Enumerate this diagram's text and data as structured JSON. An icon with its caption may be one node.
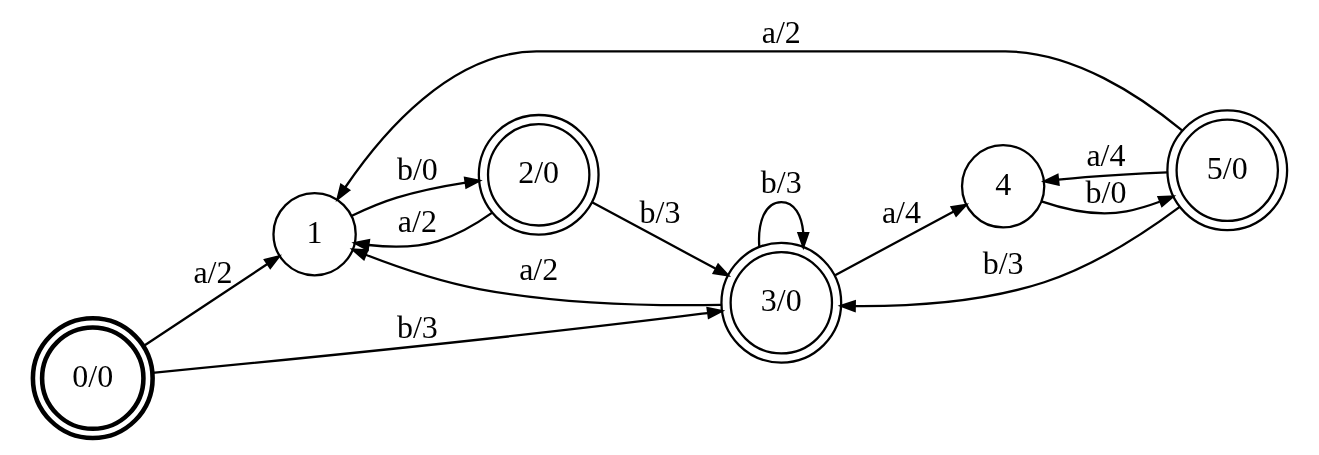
{
  "diagram": {
    "nodes": [
      {
        "text": [
          "0/0"
        ]
      },
      {
        "text": [
          "1"
        ]
      },
      {
        "text": [
          "2/0"
        ]
      },
      {
        "text": [
          "3/0"
        ]
      },
      {
        "text": [
          "4"
        ]
      },
      {
        "text": [
          "5/0"
        ]
      }
    ],
    "edges": [
      {
        "from": 0,
        "to": 1,
        "arrow": "to",
        "label": "a/2"
      },
      {
        "from": 0,
        "to": 3,
        "arrow": "to",
        "label": "b/3"
      },
      {
        "from": 1,
        "to": 2,
        "arrow": "to",
        "label": "b/0"
      },
      {
        "from": 2,
        "to": 1,
        "arrow": "to",
        "label": "a/2"
      },
      {
        "from": 2,
        "to": 3,
        "arrow": "to",
        "label": "b/3"
      },
      {
        "from": 3,
        "to": 1,
        "arrow": "to",
        "label": "a/2"
      },
      {
        "from": 3,
        "to": 3,
        "arrow": "to",
        "label": "b/3"
      },
      {
        "from": 3,
        "to": 4,
        "arrow": "to",
        "label": "a/4"
      },
      {
        "from": 4,
        "to": 5,
        "arrow": "to",
        "label": "b/0"
      },
      {
        "from": 5,
        "to": 1,
        "arrow": "to",
        "label": "a/2"
      },
      {
        "from": 5,
        "to": 4,
        "arrow": "to",
        "label": "a/4"
      },
      {
        "from": 5,
        "to": 3,
        "arrow": "to",
        "label": "b/3"
      }
    ]
  }
}
